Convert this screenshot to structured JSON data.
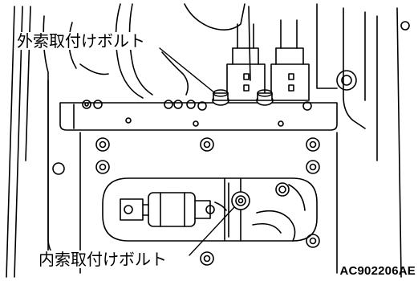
{
  "callouts": {
    "outer_bolt": "外索取付けボルト",
    "inner_bolt": "内索取付けボルト"
  },
  "figure_code": "AC902206AE"
}
